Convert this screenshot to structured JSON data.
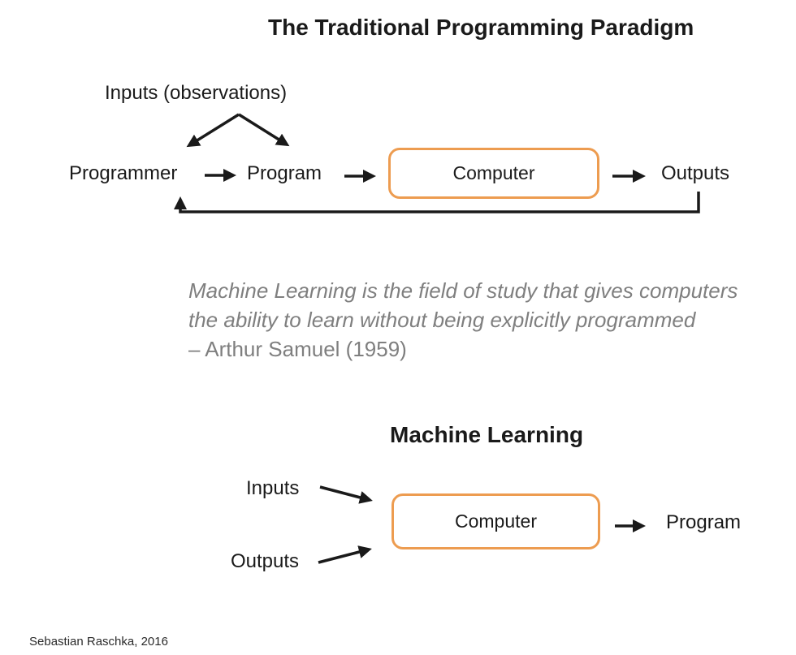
{
  "colors": {
    "accent_orange": "#ED9C50",
    "arrow_black": "#1a1a1a",
    "text_black": "#1a1a1a",
    "quote_gray": "#7f7f7f",
    "page_bg": "#ffffff"
  },
  "traditional": {
    "title": "The Traditional Programming Paradigm",
    "inputs_label": "Inputs (observations)",
    "programmer_label": "Programmer",
    "program_label": "Program",
    "computer_label": "Computer",
    "outputs_label": "Outputs"
  },
  "quote": {
    "line1": "Machine Learning is the field of study that gives computers",
    "line2": "the ability to learn without being explicitly programmed",
    "attribution": "– Arthur Samuel (1959)"
  },
  "ml": {
    "title": "Machine Learning",
    "inputs_label": "Inputs",
    "outputs_label": "Outputs",
    "computer_label": "Computer",
    "program_label": "Program"
  },
  "footer": {
    "credit": "Sebastian Raschka, 2016"
  }
}
